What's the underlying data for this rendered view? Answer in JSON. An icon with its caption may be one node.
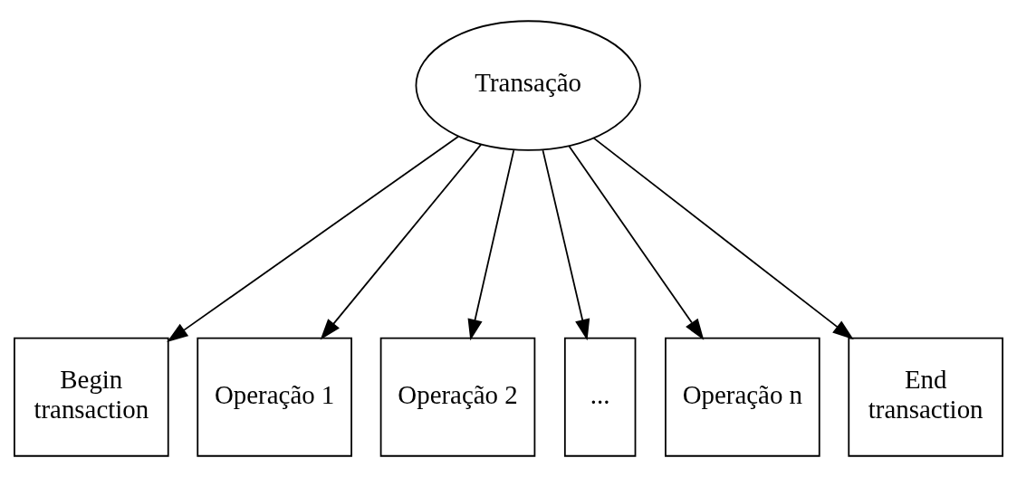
{
  "diagram": {
    "nodes": [
      {
        "text": [
          "Transação"
        ]
      },
      {
        "text": [
          "Begin transaction"
        ]
      },
      {
        "text": [
          "Operação 1"
        ]
      },
      {
        "text": [
          "Operação 2"
        ]
      },
      {
        "text": [
          "..."
        ]
      },
      {
        "text": [
          "Operação n"
        ]
      },
      {
        "text": [
          "End transaction"
        ]
      }
    ],
    "edges": [
      {
        "from": 0,
        "to": 1,
        "arrow": "to"
      },
      {
        "from": 0,
        "to": 2,
        "arrow": "to"
      },
      {
        "from": 0,
        "to": 3,
        "arrow": "to"
      },
      {
        "from": 0,
        "to": 4,
        "arrow": "to"
      },
      {
        "from": 0,
        "to": 5,
        "arrow": "to"
      },
      {
        "from": 0,
        "to": 6,
        "arrow": "to"
      }
    ]
  }
}
